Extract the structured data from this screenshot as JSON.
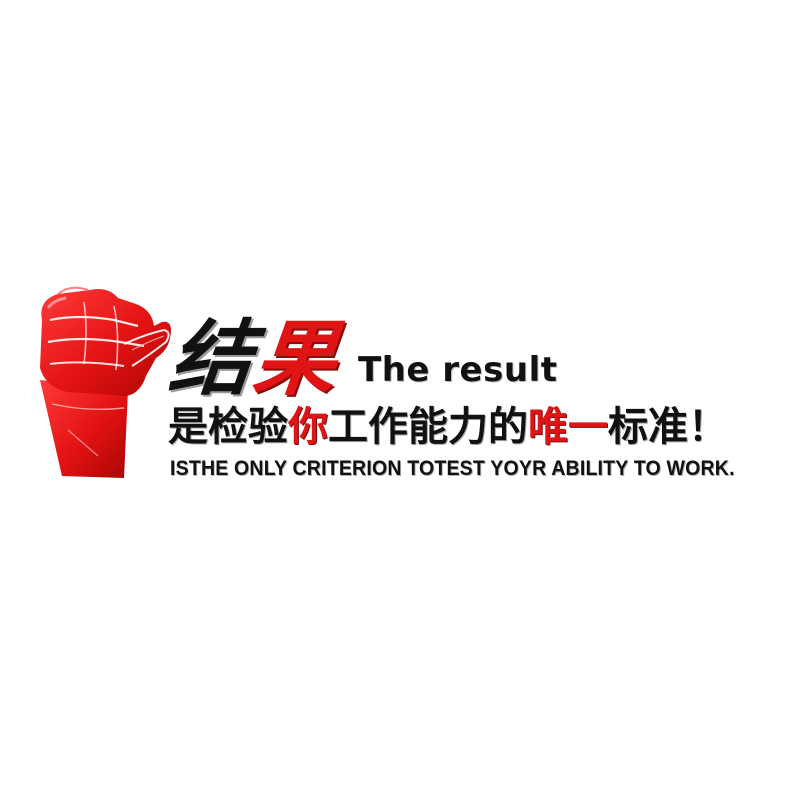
{
  "title": {
    "char1": "结",
    "char2": "果",
    "english": "The result"
  },
  "slogan": {
    "part1": "是检验",
    "part2": "你",
    "part3": "工作能力的",
    "part4": "唯一",
    "part5": "标准！"
  },
  "subtitle": "ISTHE ONLY CRITERION TOTEST YOYR ABILITY TO WORK.",
  "colors": {
    "accent_red": "#e01414",
    "text_black": "#111111",
    "background": "#ffffff"
  },
  "icons": [
    "raised-fist-icon"
  ]
}
